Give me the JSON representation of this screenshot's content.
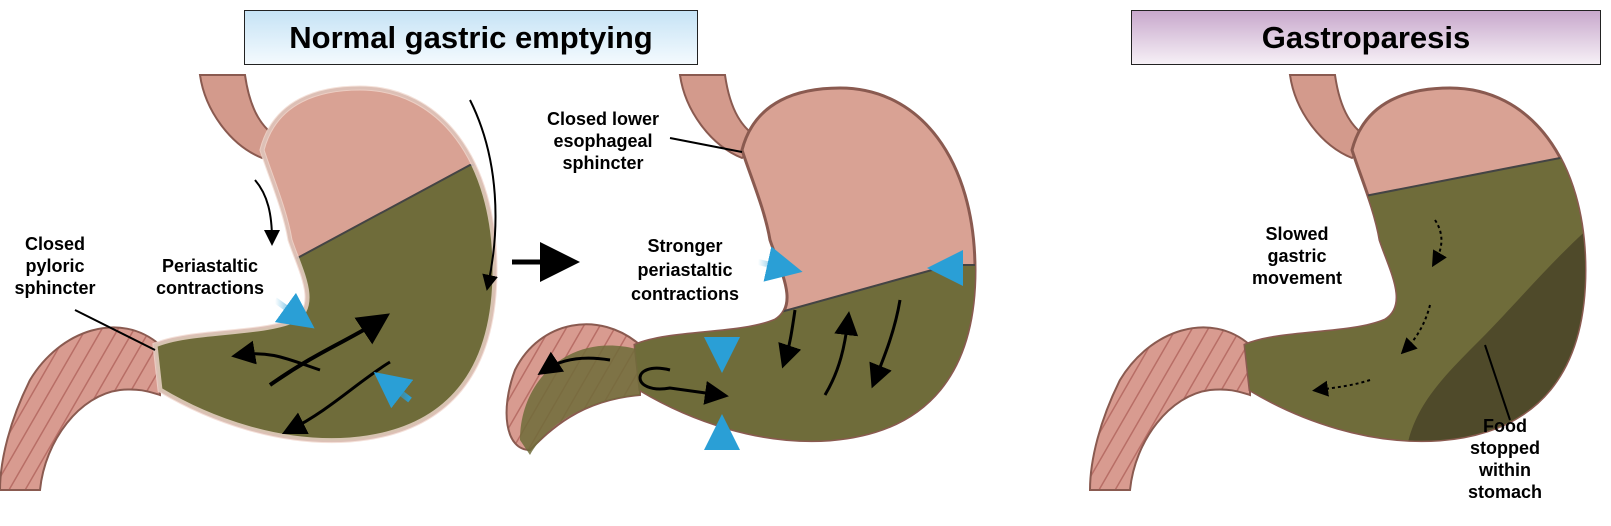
{
  "titles": {
    "normal": "Normal gastric emptying",
    "gastroparesis": "Gastroparesis"
  },
  "labels": {
    "closed_pyloric": [
      "Closed",
      "pyloric",
      "sphincter"
    ],
    "periastaltic": [
      "Periastaltic",
      "contractions"
    ],
    "closed_les": [
      "Closed lower",
      "esophageal",
      "sphincter"
    ],
    "stronger": [
      "Stronger",
      "periastaltic",
      "contractions"
    ],
    "slowed": [
      "Slowed",
      "gastric",
      "movement"
    ],
    "food_stopped": [
      "Food",
      "stopped",
      "within",
      "stomach"
    ]
  },
  "colors": {
    "tissue": "#d9a294",
    "contents": "#6f6c3a",
    "contents_dark": "#4f4a2a",
    "blue_arrow": "#2a9fd6"
  }
}
